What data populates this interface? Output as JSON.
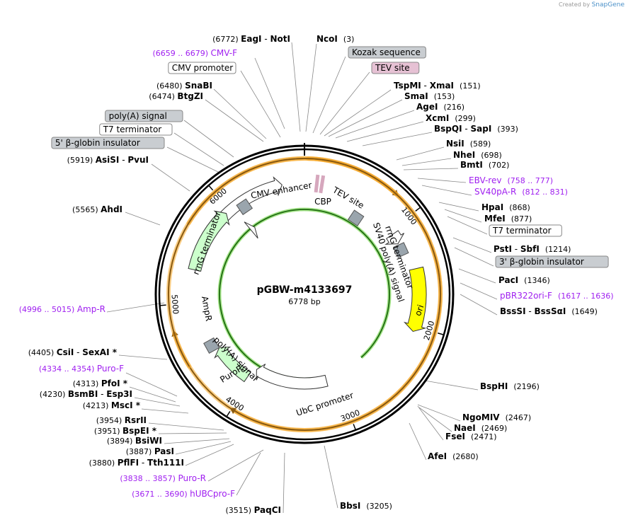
{
  "credit": {
    "prefix": "Created by",
    "brand": "SnapGene"
  },
  "plasmid": {
    "name": "pGBW-m4133697",
    "length_label": "6778 bp",
    "length": 6778
  },
  "colors": {
    "primer": "#a020f0",
    "enzyme_text": "#000000",
    "backbone": "#000000",
    "orange_feature": "#f5a623",
    "ori": "#ffff00",
    "green_feature": "#ccffcc",
    "gray_box": "#9aa5ad",
    "pink_feature": "#d6a7bd"
  },
  "ticks": [
    {
      "label": "1000",
      "pos": 1000
    },
    {
      "label": "2000",
      "pos": 2000
    },
    {
      "label": "3000",
      "pos": 3000
    },
    {
      "label": "4000",
      "pos": 4000
    },
    {
      "label": "5000",
      "pos": 5000
    },
    {
      "label": "6000",
      "pos": 6000
    }
  ],
  "inner_features": [
    {
      "label": "CMV enhancer",
      "kind": "white-arrow"
    },
    {
      "label": "CBP",
      "kind": "pink"
    },
    {
      "label": "TEV site",
      "kind": "pink"
    },
    {
      "label": "SV40 poly(A) signal",
      "kind": "gray"
    },
    {
      "label": "rrnG terminator",
      "kind": "white-arrow"
    },
    {
      "label": "ori",
      "kind": "yellow-arrow"
    },
    {
      "label": "UbC promoter",
      "kind": "white-arrow"
    },
    {
      "label": "PuroR",
      "kind": "green-arrow"
    },
    {
      "label": "poly(A) signal",
      "kind": "gray"
    },
    {
      "label": "AmpR",
      "kind": "green-arrow"
    },
    {
      "label": "rrnG terminator",
      "kind": "white-arrow"
    }
  ],
  "left_labels": [
    {
      "pos": "(6772)",
      "name": "EagI",
      "name2": "NotI"
    },
    {
      "range": "(6659 .. 6679)",
      "name": "CMV-F",
      "primer": true
    },
    {
      "box": "CMV promoter"
    },
    {
      "pos": "(6480)",
      "name": "SnaBI"
    },
    {
      "pos": "(6474)",
      "name": "BtgZI"
    },
    {
      "box": "poly(A) signal",
      "gray": true
    },
    {
      "box": "T7 terminator"
    },
    {
      "box": "5' β-globin insulator",
      "gray": true
    },
    {
      "pos": "(5919)",
      "name": "AsiSI",
      "name2": "PvuI"
    },
    {
      "pos": "(5565)",
      "name": "AhdI"
    },
    {
      "range": "(4996 .. 5015)",
      "name": "Amp-R",
      "primer": true
    },
    {
      "pos": "(4405)",
      "name": "CsiI",
      "name2": "SexAI *"
    },
    {
      "range": "(4334 .. 4354)",
      "name": "Puro-F",
      "primer": true
    },
    {
      "pos": "(4313)",
      "name": "PfoI *"
    },
    {
      "pos": "(4230)",
      "name": "BsmBI",
      "name2": "Esp3I"
    },
    {
      "pos": "(4213)",
      "name": "MscI *"
    },
    {
      "pos": "(3954)",
      "name": "RsrII"
    },
    {
      "pos": "(3951)",
      "name": "BspEI *"
    },
    {
      "pos": "(3894)",
      "name": "BsiWI"
    },
    {
      "pos": "(3887)",
      "name": "PasI"
    },
    {
      "pos": "(3880)",
      "name": "PflFI",
      "name2": "Tth111I"
    },
    {
      "range": "(3838 .. 3857)",
      "name": "Puro-R",
      "primer": true
    },
    {
      "range": "(3671 .. 3690)",
      "name": "hUBCpro-F",
      "primer": true
    },
    {
      "pos": "(3515)",
      "name": "PaqCI"
    }
  ],
  "right_labels": [
    {
      "name": "NcoI",
      "pos": "(3)"
    },
    {
      "box": "Kozak sequence",
      "gray": true
    },
    {
      "box": "TEV site",
      "pink": true
    },
    {
      "name": "TspMI",
      "name2": "XmaI",
      "pos": "(151)"
    },
    {
      "name": "SmaI",
      "pos": "(153)"
    },
    {
      "name": "AgeI",
      "pos": "(216)"
    },
    {
      "name": "XcmI",
      "pos": "(299)"
    },
    {
      "name": "BspQI",
      "name2": "SapI",
      "pos": "(393)"
    },
    {
      "name": "NsiI",
      "pos": "(589)"
    },
    {
      "name": "NheI",
      "pos": "(698)"
    },
    {
      "name": "BmtI",
      "pos": "(702)"
    },
    {
      "name": "EBV-rev",
      "range": "(758 .. 777)",
      "primer": true
    },
    {
      "name": "SV40pA-R",
      "range": "(812 .. 831)",
      "primer": true
    },
    {
      "name": "HpaI",
      "pos": "(868)"
    },
    {
      "name": "MfeI",
      "pos": "(877)"
    },
    {
      "box": "T7 terminator"
    },
    {
      "name": "PstI",
      "name2": "SbfI",
      "pos": "(1214)"
    },
    {
      "box": "3' β-globin insulator",
      "gray": true
    },
    {
      "name": "PacI",
      "pos": "(1346)"
    },
    {
      "name": "pBR322ori-F",
      "range": "(1617 .. 1636)",
      "primer": true
    },
    {
      "name": "BssSI",
      "name2": "BssSαI",
      "pos": "(1649)"
    },
    {
      "name": "BspHI",
      "pos": "(2196)"
    },
    {
      "name": "NgoMIV",
      "pos": "(2467)"
    },
    {
      "name": "NaeI",
      "pos": "(2469)"
    },
    {
      "name": "FseI",
      "pos": "(2471)"
    },
    {
      "name": "AfeI",
      "pos": "(2680)"
    },
    {
      "name": "BbsI",
      "pos": "(3205)"
    }
  ]
}
